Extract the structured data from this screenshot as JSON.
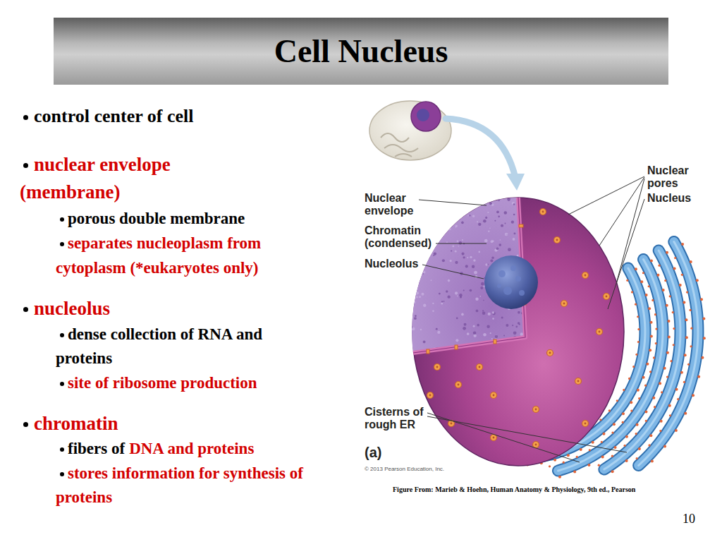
{
  "diagram": {
    "title": "Cell Nucleus",
    "caption": "Figure From: Marieb & Hoehn, Human Anatomy & Physiology, 9th ed., Pearson",
    "labels": [
      "control center of cell",
      "nuclear envelope (membrane)",
      "porous double membrane",
      "separates nucleoplasm from cytoplasm (*eukaryotes only)",
      "nucleolus",
      "dense collection of RNA and proteins",
      "site of ribosome production",
      "chromatin",
      "fibers of",
      "DNA and proteins",
      "stores information for synthesis of proteins",
      "Nuclear envelope",
      "Chromatin (condensed)",
      "Nucleolus",
      "Nuclear pores",
      "Nucleus",
      "Cisterns of rough ER",
      "(a)",
      "© 2013 Pearson Education, Inc.",
      "10"
    ]
  }
}
